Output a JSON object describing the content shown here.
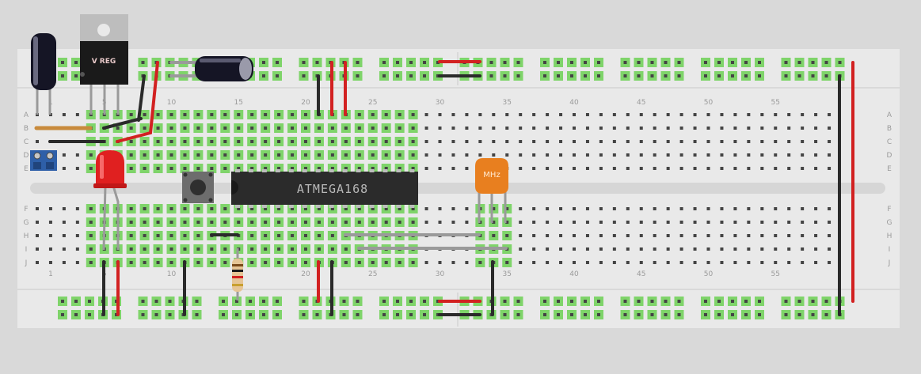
{
  "board": {
    "columns": 60,
    "rows_top": [
      "A",
      "B",
      "C",
      "D",
      "E"
    ],
    "rows_bottom": [
      "F",
      "G",
      "H",
      "I",
      "J"
    ],
    "column_numbers": [
      "1",
      "5",
      "10",
      "15",
      "20",
      "25",
      "30",
      "35",
      "40",
      "45",
      "50",
      "55"
    ]
  },
  "components": {
    "regulator_label": "V REG",
    "chip_label": "ATMEGA168",
    "crystal_label": "MHz"
  },
  "colors": {
    "board": "#e9e9e9",
    "hole": "#444444",
    "highlight": "#7fd46a",
    "wire_red": "#d22121",
    "wire_black": "#2a2a2a",
    "wire_gray": "#9a9a9a",
    "wire_orange": "#c88a3c",
    "led": "#e02020",
    "crystal": "#e87f1f",
    "chip": "#2b2b2b",
    "regulator": "#1a1a1a"
  }
}
